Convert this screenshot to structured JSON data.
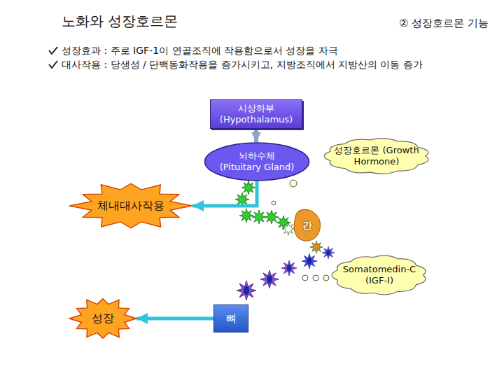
{
  "diagram": {
    "title": "노화와 성장호르몬",
    "nodes": [
      {
        "text": [
          "시상하부 (Hypothalamus)"
        ]
      },
      {
        "text": [
          "뇌하수체 (Pituitary Gland)"
        ]
      },
      {
        "text": [
          "성장호르몬 (Growth Hormone)"
        ]
      },
      {
        "text": [
          "체내대사작용"
        ]
      },
      {
        "text": [
          "간"
        ]
      },
      {
        "text": [
          "Somatomedin-C (IGF-I)"
        ]
      },
      {
        "text": [
          "성장"
        ]
      },
      {
        "text": [
          "뼈"
        ]
      }
    ],
    "edges": [
      {
        "from": 0,
        "to": 1,
        "arrow": "to"
      },
      {
        "from": 1,
        "to": 3,
        "arrow": "to"
      },
      {
        "from": 7,
        "to": 6,
        "arrow": "to"
      }
    ],
    "labels": [
      "② 성장호르몬 기능",
      "성장효과 : 주로 IGF-1이 연골조직에 작용함으로서 성장을 자극",
      "대사작용 : 당생성 / 단백동화작용을 증가시키고, 지방조직에서 지방산의 이동 증가"
    ]
  }
}
